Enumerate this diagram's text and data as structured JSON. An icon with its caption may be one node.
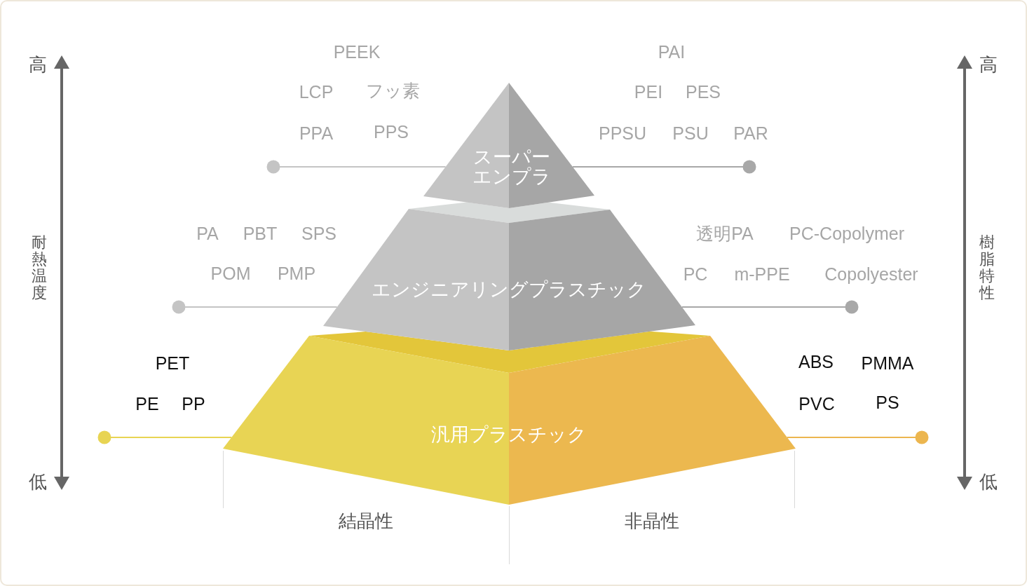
{
  "diagram": {
    "nodes": [
      {
        "text": [
          "スーパーエンプラ"
        ]
      },
      {
        "text": [
          "エンジニアリングプラスチック"
        ]
      },
      {
        "text": [
          "汎用プラスチック"
        ]
      }
    ],
    "edges": [
      {
        "from": 0,
        "to": null,
        "arrow": "other",
        "color": "#c4c4c4"
      },
      {
        "from": 0,
        "to": null,
        "arrow": "other",
        "color": "#a8a8a8"
      },
      {
        "from": 1,
        "to": null,
        "arrow": "other",
        "color": "#c4c4c4"
      },
      {
        "from": 1,
        "to": null,
        "arrow": "other",
        "color": "#a8a8a8"
      },
      {
        "from": 2,
        "to": null,
        "arrow": "other",
        "color": "#e8d453"
      },
      {
        "from": 2,
        "to": null,
        "arrow": "other",
        "color": "#ecb64f"
      }
    ],
    "labels": [
      "高",
      "耐熱温度",
      "低",
      "PEEK",
      "LCP",
      "フッ素",
      "PPA",
      "PPS",
      "PAI",
      "PEI",
      "PES",
      "PPSU",
      "PSU",
      "PAR",
      "PA",
      "PBT",
      "SPS",
      "POM",
      "PMP",
      "透明PA",
      "PC-Copolymer",
      "PC",
      "m-PPE",
      "Copolyester",
      "PET",
      "PE",
      "PP",
      "ABS",
      "PMMA",
      "PVC",
      "PS",
      "高",
      "樹脂特性",
      "低",
      "結晶性",
      "非晶性"
    ]
  }
}
